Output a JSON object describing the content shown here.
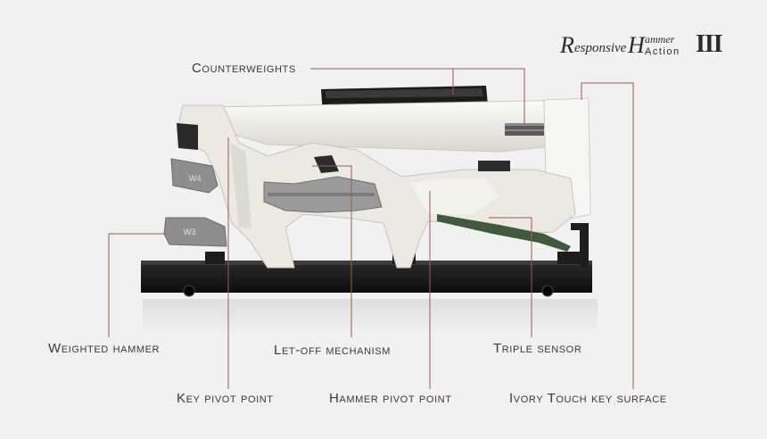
{
  "logo": {
    "r_initial": "R",
    "r_rest": "esponsive",
    "h_initial": "H",
    "ammer": "ammer",
    "action": "Action",
    "numeral": "III"
  },
  "labels": {
    "counterweights": "Counterweights",
    "weighted_hammer": "Weighted hammer",
    "let_off": "Let-off mechanism",
    "triple_sensor": "Triple sensor",
    "key_pivot": "Key pivot point",
    "hammer_pivot": "Hammer pivot point",
    "ivory_touch": "Ivory Touch key surface"
  },
  "parts": {
    "w4": "W4",
    "w3": "W3"
  },
  "colors": {
    "leader_line": "#a3555a",
    "background": "#f1f1f1",
    "base_black": "#161616",
    "mechanism_white": "#ecebe3"
  }
}
